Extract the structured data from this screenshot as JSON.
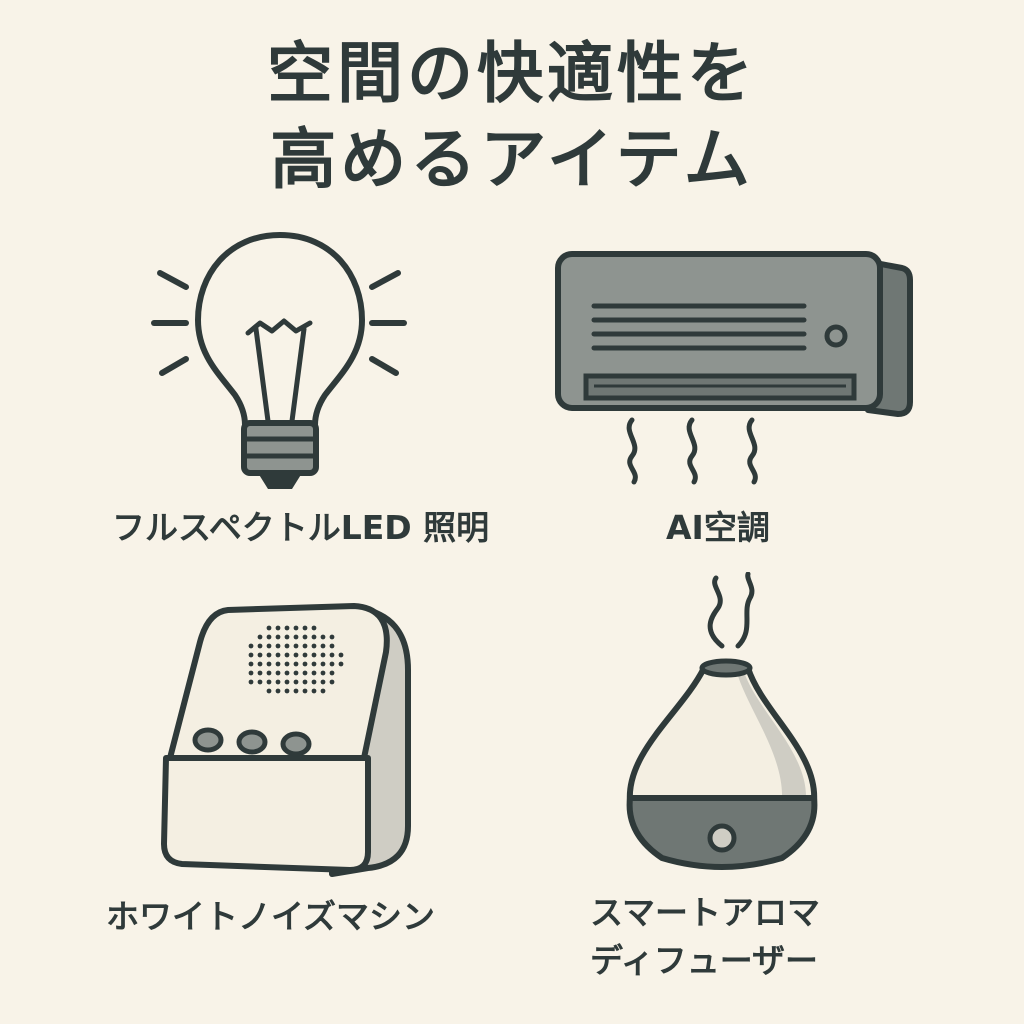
{
  "title": {
    "line1": "空間の快適性を",
    "line2": "高めるアイテム"
  },
  "items": [
    {
      "label": "フルスペクトルLED 照明",
      "icon": "light-bulb-icon"
    },
    {
      "label": "AI空調",
      "icon": "air-conditioner-icon"
    },
    {
      "label": "ホワイトノイズマシン",
      "icon": "white-noise-machine-icon"
    },
    {
      "label_line1": "スマートアロマ",
      "label_line2": "ディフューザー",
      "icon": "aroma-diffuser-icon"
    }
  ],
  "colors": {
    "background": "#f8f3e8",
    "ink": "#2f3a3a",
    "gray_dark": "#6f7774",
    "gray_mid": "#8e9490",
    "cream": "#f4efe2",
    "shade": "#cfcdc4"
  }
}
